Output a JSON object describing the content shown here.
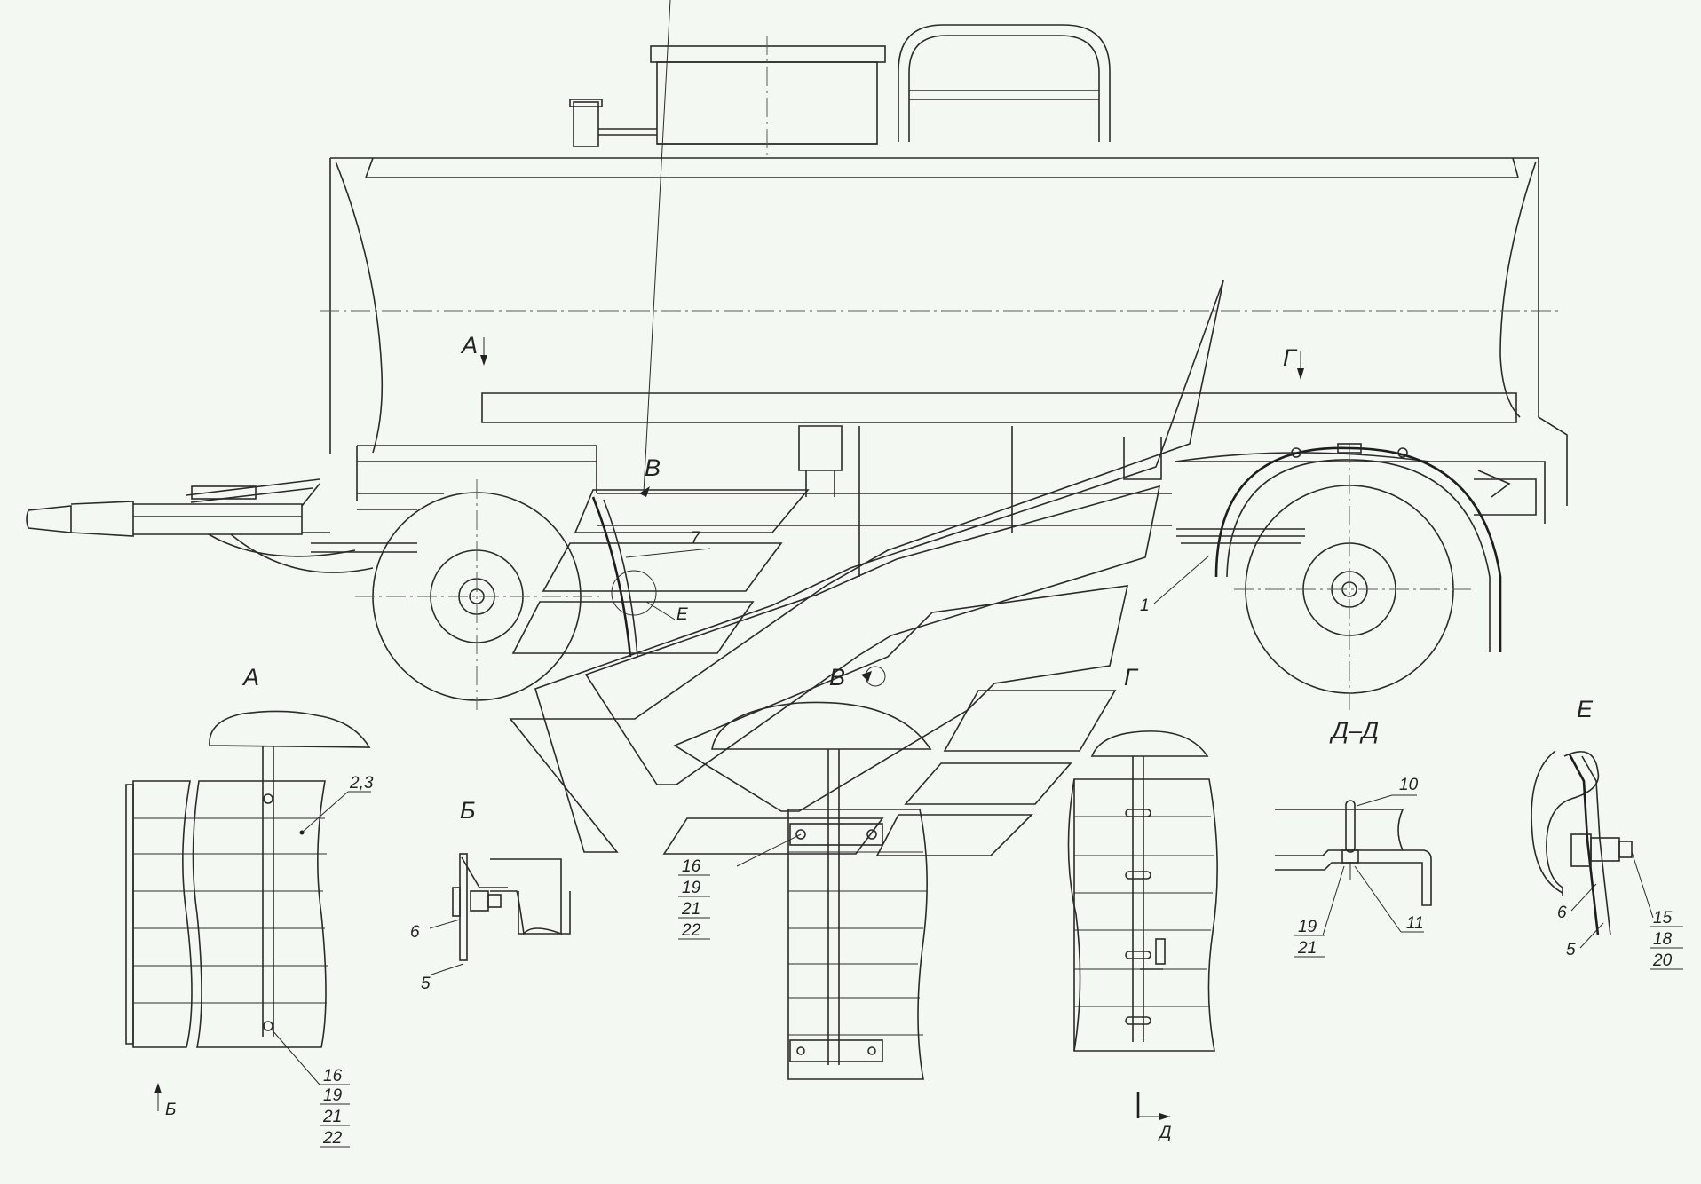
{
  "views": {
    "A": "А",
    "B": "Б",
    "V": "В",
    "G": "Г",
    "D": "Д",
    "DD": "Д–Д",
    "E": "Е"
  },
  "callouts": {
    "c1": "1",
    "c7": "7",
    "c23": "2,3",
    "c5": "5",
    "c6": "6",
    "c10": "10",
    "c11": "11",
    "c15": "15",
    "c16": "16",
    "c18": "18",
    "c19": "19",
    "c20": "20",
    "c21": "21",
    "c22": "22"
  }
}
